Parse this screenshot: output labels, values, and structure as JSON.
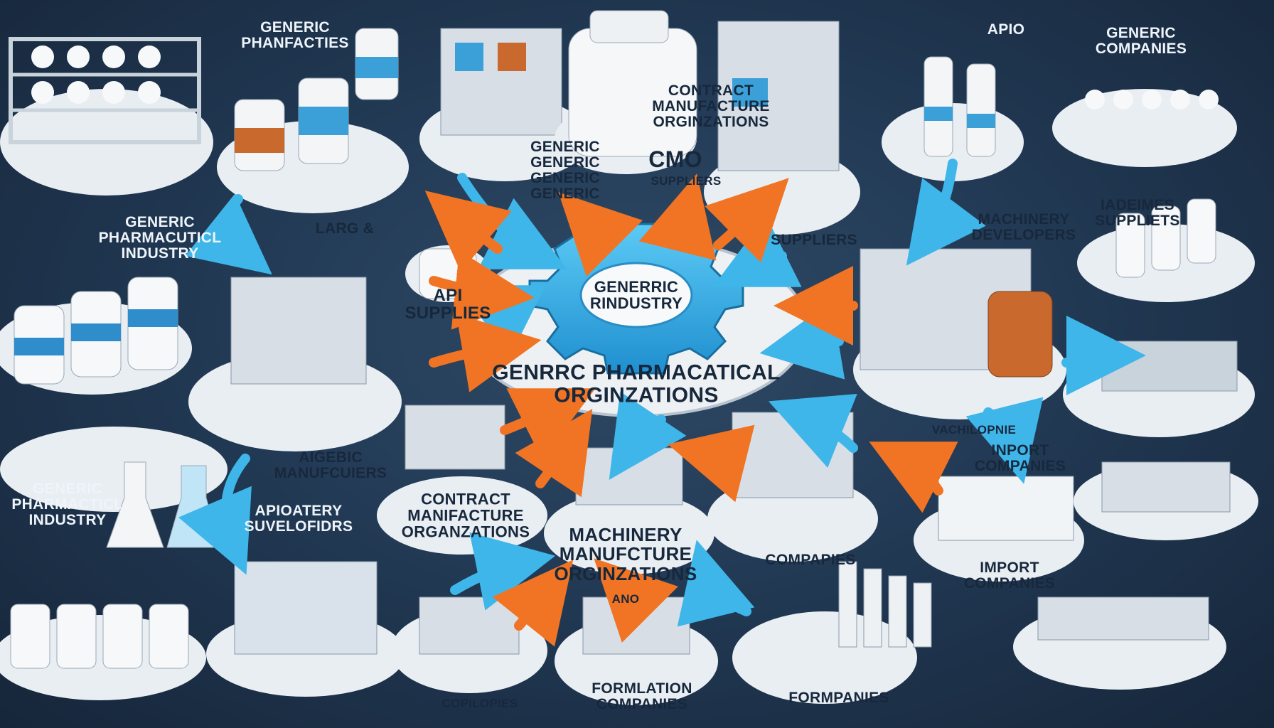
{
  "center": {
    "gear_text": "GENERRIC\nRINDUSTRY",
    "ring_text": "GENRRC PHARMACATICAL\nORGINZATIONS"
  },
  "labels": [
    "GENERIC\nPHANFACTIES",
    "GENERIC\nPHARMACUTICL\nINDUSTRY",
    "GENERIC\nPHARMACTICL\nINDUSTRY",
    "LARG &",
    "GENERIC\nGENERIC\nGENERIC\nGENERIC",
    "CONTRACT\nMANUFACTURE\nORGINZATIONS",
    "CMO",
    "SUPPLIERS",
    "SUPPLIERS",
    "APIO",
    "GENERIC\nCOMPANIES",
    "MACHINERY\nDEVELOPERS",
    "IADEIMES\nSUPPLIETS",
    "API\nSUPPLIES",
    "AIGEBIC\nMANUFCUIERS",
    "APIOATERY\nSUVELOFIDRS",
    "CONTRACT\nMANIFACTURE\nORGANZATIONS",
    "MACHINERY\nMANUFCTURE\nORGINZATIONS",
    "VACHILOPNIE",
    "INPORT\nCOMPANIES",
    "COMPAPIES",
    "IMPORT\nCOMPANIES",
    "FORMLATION\nCOMPANIES",
    "COPILOPIES",
    "FORMPANIES",
    "ANO"
  ],
  "colors": {
    "blue_arrow": "#3fb6ea",
    "orange_arrow": "#f07423",
    "gear": "#33aee8",
    "platform": "#eef1f4"
  }
}
